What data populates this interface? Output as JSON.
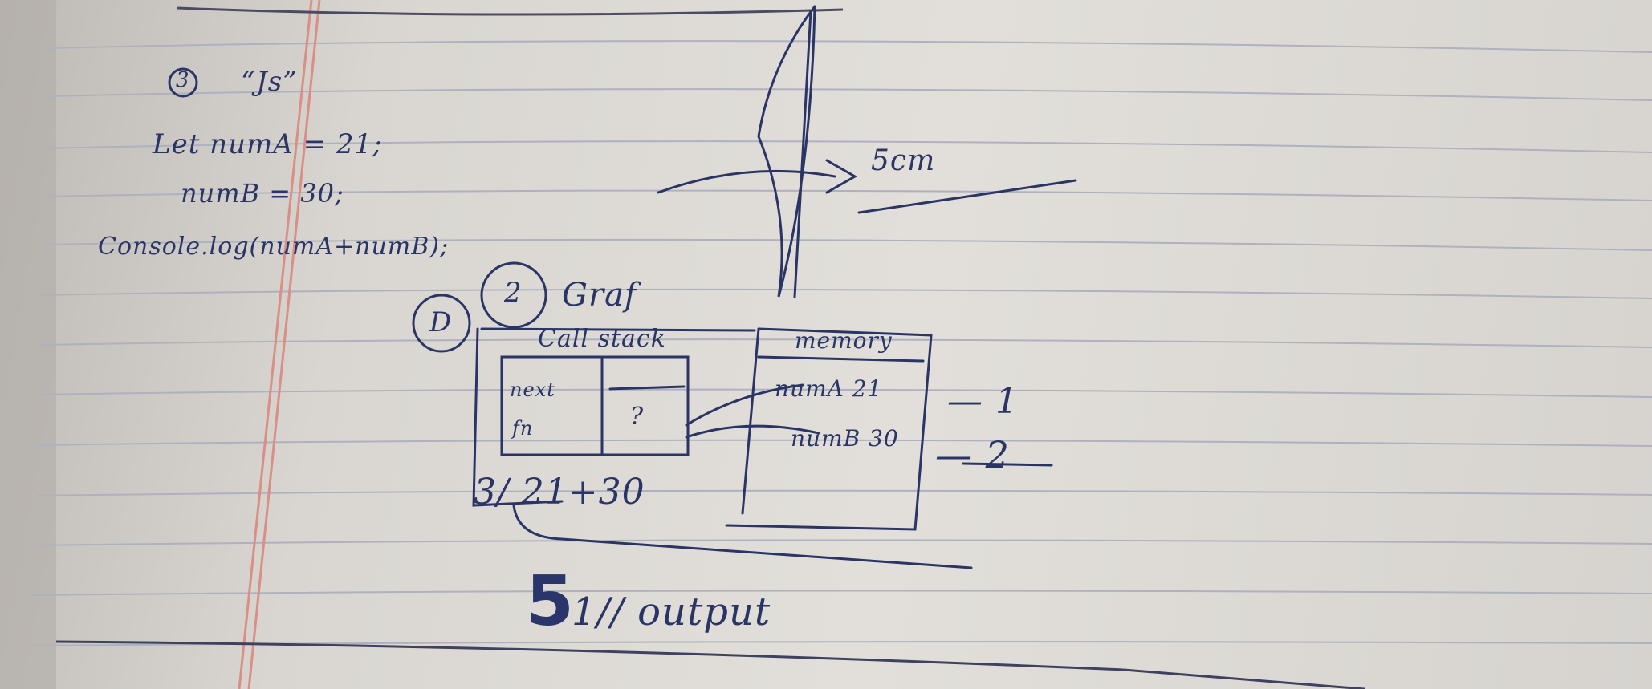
{
  "note": {
    "heading_number": "3",
    "heading_title": "“Js”",
    "code_line_1": "Let numA = 21;",
    "code_line_2": "numB = 30;",
    "code_line_3": "Console.log(numA+numB);",
    "arrow_label": "5cm",
    "circle_d": "D",
    "circle_2": "2",
    "graph_label": "Graf",
    "call_stack_label": "Call stack",
    "memory_label": "memory",
    "stack_cell_1a": "next",
    "stack_cell_1b": "fn",
    "stack_cell_2": "?",
    "memory_entry_1": "numA 21",
    "memory_entry_2": "numB 30",
    "index_1": "— 1",
    "index_2": "— 2",
    "expression": "3/ 21+30",
    "result": "5",
    "result_comment": "1// output"
  },
  "colors": {
    "ink": "#2a3566",
    "paper": "#dedbd6",
    "margin_line": "#d98f86",
    "ruled_line": "#aeb1be"
  }
}
